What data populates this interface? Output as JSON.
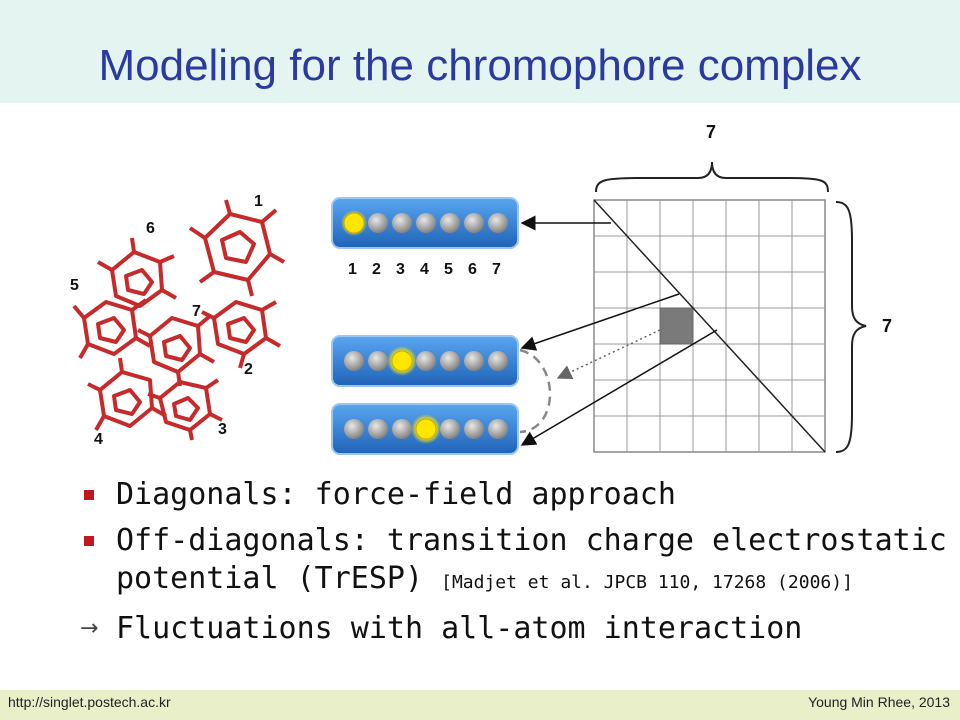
{
  "slide": {
    "title": "Modeling for the chromophore complex"
  },
  "figure": {
    "chromophore_labels": [
      "1",
      "2",
      "3",
      "4",
      "5",
      "6",
      "7"
    ],
    "site_index_labels": [
      "1",
      "2",
      "3",
      "4",
      "5",
      "6",
      "7"
    ],
    "matrix_top_label": "7",
    "matrix_right_label": "7",
    "matrix_size": 7,
    "colors": {
      "title": "#2b3aa0",
      "chromophore": "#c62a2a",
      "pill": "#2f7fd6",
      "highlight": "#ffe600",
      "bullet": "#c0181c",
      "title_bar": "#e4f4f1",
      "footer_bar": "#e9efc9"
    },
    "pill_highlight_sites": [
      1,
      3,
      4
    ]
  },
  "bullets": [
    {
      "text": "Diagonals: force-field approach"
    },
    {
      "text": "Off-diagonals: transition charge electrostatic potential (TrESP)",
      "citation": "[Madjet et al. JPCB 110, 17268 (2006)]"
    }
  ],
  "conclusion": {
    "text": "Fluctuations with all-atom interaction"
  },
  "footer": {
    "left": "http://singlet.postech.ac.kr",
    "right": "Young Min Rhee, 2013"
  }
}
